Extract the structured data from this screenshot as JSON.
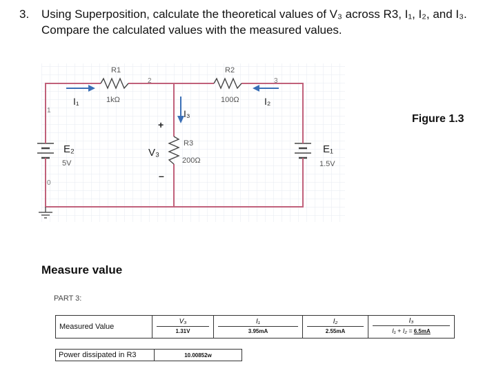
{
  "question": {
    "number": "3.",
    "line1": "Using Superposition, calculate the theoretical values of V₃ across R3, I₁, I₂, and I₃.",
    "line2": "Compare the calculated values with the measured values."
  },
  "figure_label": "Figure 1.3",
  "circuit": {
    "r1_name": "R1",
    "r1_value": "1kΩ",
    "r2_name": "R2",
    "r2_value": "100Ω",
    "r3_name": "R3",
    "r3_value": "200Ω",
    "e2_name": "E₂",
    "e2_value": "5V",
    "e1_name": "E₁",
    "e1_value": "1.5V",
    "i1_label": "I₁",
    "i2_label": "I₂",
    "i3_label": "I₃",
    "v3_label": "V₃",
    "v3_plus": "+",
    "v3_minus": "–",
    "node0": "0",
    "node1": "1",
    "node2": "2",
    "node3": "3"
  },
  "measure_title": "Measure value",
  "part_label": "PART 3:",
  "table": {
    "row_label": "Measured Value",
    "v3_header": "V₃",
    "v3_value": "1.31V",
    "i1_header": "I₁",
    "i1_value": "3.95mA",
    "i2_header": "I₂",
    "i2_value": "2.55mA",
    "i3_header": "I₃",
    "i3_formula": "I₁ + I₂ =",
    "i3_value": "6.5mA"
  },
  "power": {
    "label": "Power dissipated in R3",
    "value": "10.00852w"
  },
  "colors": {
    "wire": "#c0607a",
    "arrow": "#3b6fb6",
    "grid": "#e6eaf2"
  }
}
